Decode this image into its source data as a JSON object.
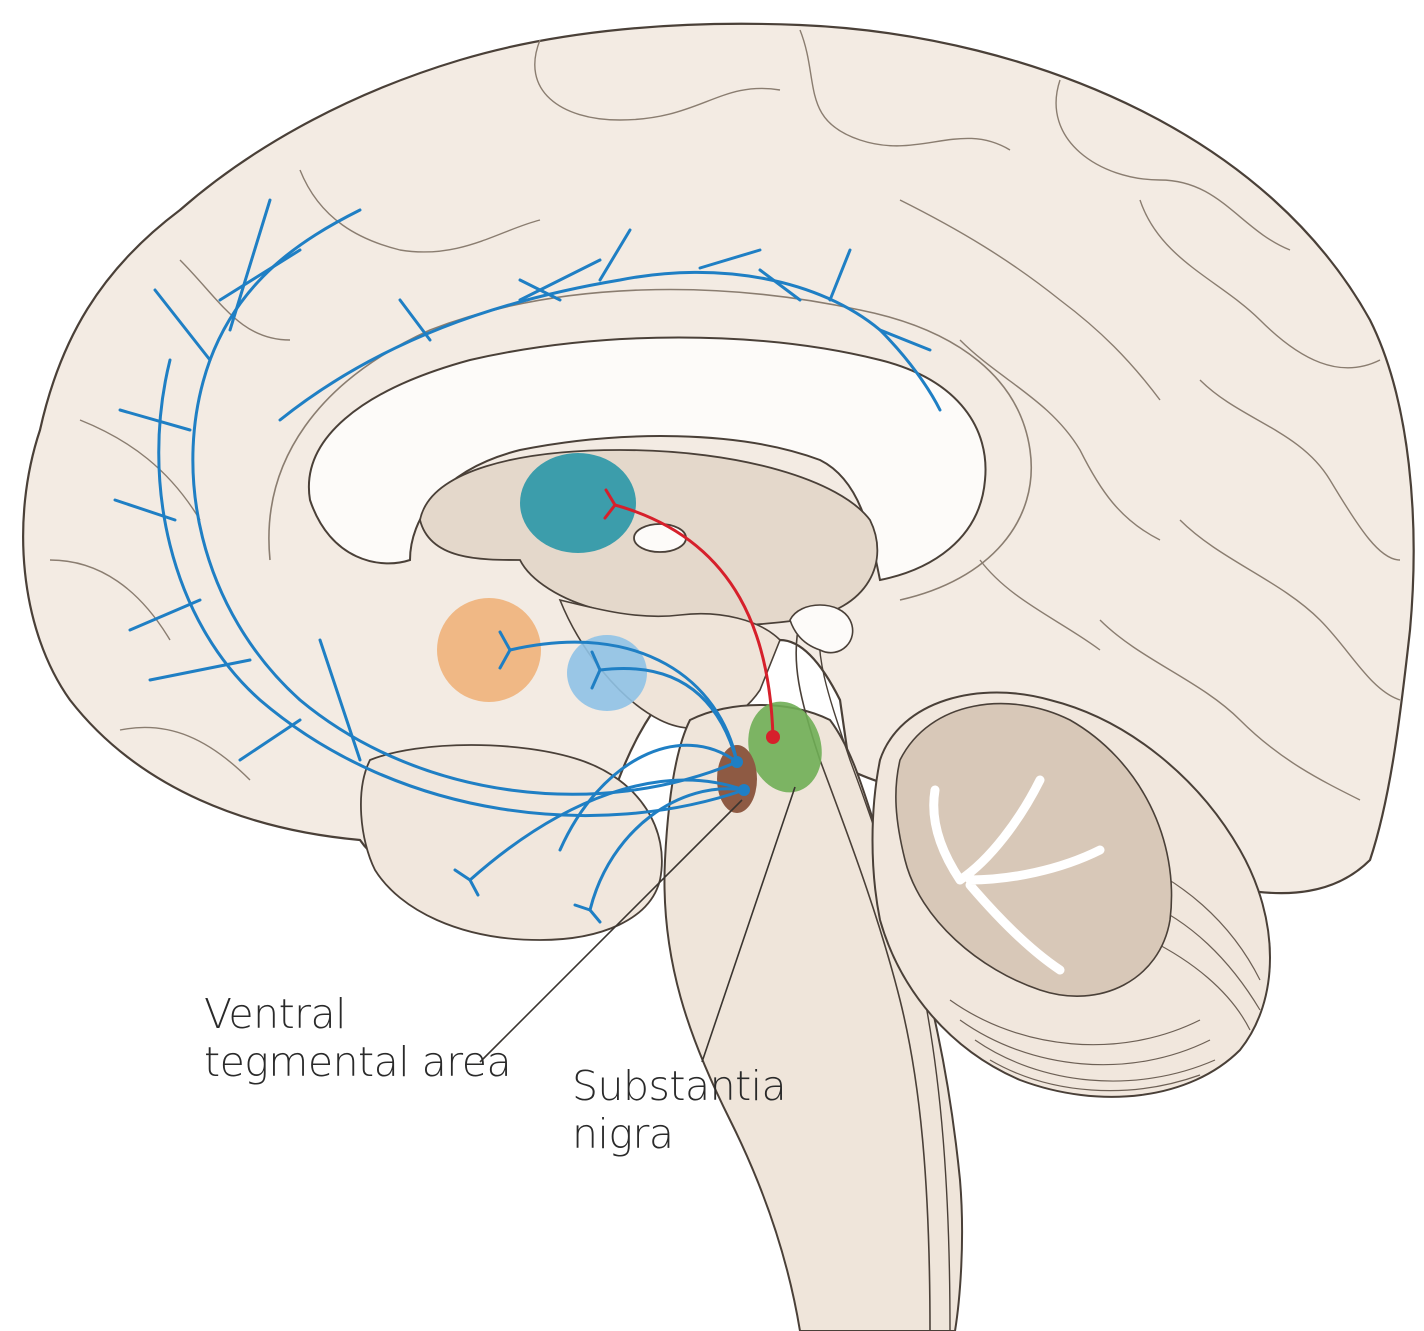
{
  "labels": {
    "vta_line1": "Ventral",
    "vta_line2": "tegmental area",
    "sn_line1": "Substantia",
    "sn_line2": "nigra"
  },
  "colors": {
    "brain_fill": "#f3ebe3",
    "brain_outline": "#4a4038",
    "white_matter": "#fdfbf9",
    "deep_structure": "#e4d8cb",
    "cerebellum_fill": "#d8c8b8",
    "mesocortical_pathway": "#1f7fc4",
    "nigrostriatal_pathway": "#d6202b",
    "ventral_tegmental_area": "#8e5a43",
    "substantia_nigra": "#6fae55",
    "striatum": "#1f93a6",
    "orange_region": "#f0b27a",
    "blue_region": "#8fc2e6"
  }
}
